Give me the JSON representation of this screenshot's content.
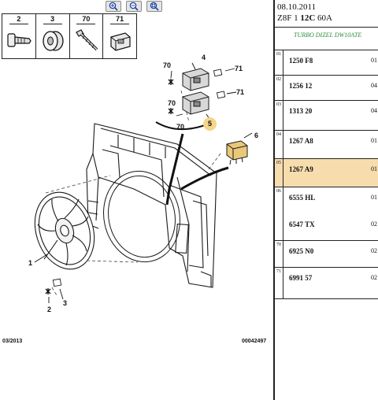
{
  "toolbar": {
    "zoom_in_icon": "magnifier-plus-icon",
    "zoom_out_icon": "magnifier-minus-icon",
    "zoom_fit_icon": "magnifier-fit-icon"
  },
  "parts_row": [
    {
      "num": "2"
    },
    {
      "num": "3"
    },
    {
      "num": "70"
    },
    {
      "num": "71"
    }
  ],
  "callouts": {
    "c70_top": "70",
    "c4": "4",
    "c71_top": "71",
    "c71_mid": "71",
    "c70_mid": "70",
    "c70_low": "70",
    "c5": "5",
    "c6": "6",
    "c1": "1",
    "c2": "2",
    "c3": "3"
  },
  "footer": {
    "date": "03/2013",
    "doc_id": "00042497"
  },
  "list_header": {
    "date": "08.10.2011",
    "model_prefix": "Z8F 1",
    "model_bold": "12C",
    "model_suffix": "60A"
  },
  "list_subheader": "TURBO DIZEL DW10ATE",
  "list_rows": [
    {
      "idx": "01",
      "refs": [
        "1250 F8"
      ],
      "qtys": [
        "01"
      ]
    },
    {
      "idx": "02",
      "refs": [
        "1256 12"
      ],
      "qtys": [
        "04"
      ]
    },
    {
      "idx": "03",
      "refs": [
        "1313 20"
      ],
      "qtys": [
        "04"
      ]
    },
    {
      "idx": "04",
      "refs": [
        "1267 A8"
      ],
      "qtys": [
        "01"
      ]
    },
    {
      "idx": "05",
      "refs": [
        "1267 A9"
      ],
      "qtys": [
        "01"
      ],
      "selected": true
    },
    {
      "idx": "06",
      "refs": [
        "6555 HL",
        "6547 TX"
      ],
      "qtys": [
        "01",
        "02"
      ]
    },
    {
      "idx": "70",
      "refs": [
        "6925 N0"
      ],
      "qtys": [
        "02"
      ]
    },
    {
      "idx": "71",
      "refs": [
        "6991 57"
      ],
      "qtys": [
        "02"
      ]
    }
  ],
  "colors": {
    "highlight": "#f3d68a",
    "selected_row": "#f7dcae",
    "engine_text": "#2e8b3a"
  }
}
